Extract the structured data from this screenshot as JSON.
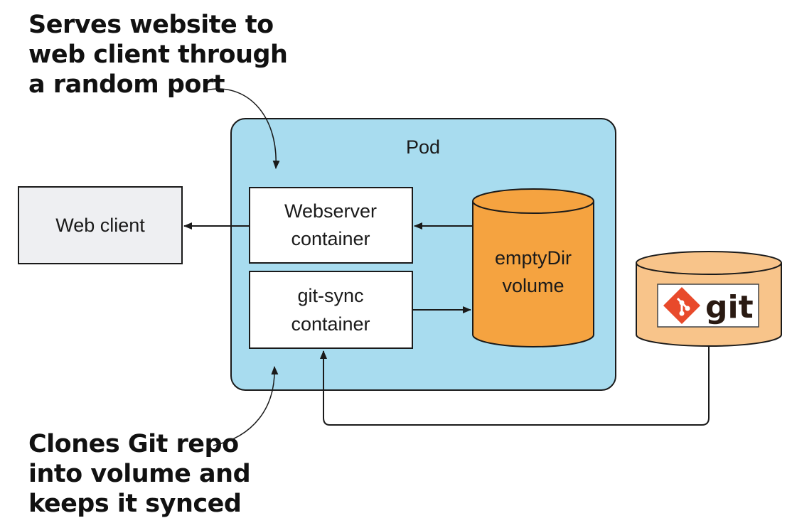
{
  "annotations": {
    "top": [
      "Serves website to",
      "web client through",
      "a random port"
    ],
    "bottom": [
      "Clones Git repo",
      "into volume and",
      "keeps it synced"
    ]
  },
  "pod": {
    "label": "Pod"
  },
  "web_client": {
    "label": "Web client"
  },
  "webserver_container": {
    "line1": "Webserver",
    "line2": "container"
  },
  "gitsync_container": {
    "line1": "git-sync",
    "line2": "container"
  },
  "volume": {
    "line1": "emptyDir",
    "line2": "volume"
  },
  "git_repo": {
    "logo_text": "git",
    "icon": "git-logo-icon"
  },
  "colors": {
    "pod_fill": "#a8dcef",
    "volume_fill": "#f5a340",
    "git_cylinder_fill": "#f8c48a",
    "web_client_fill": "#eeeff2",
    "git_logo_red": "#e84a2b"
  }
}
